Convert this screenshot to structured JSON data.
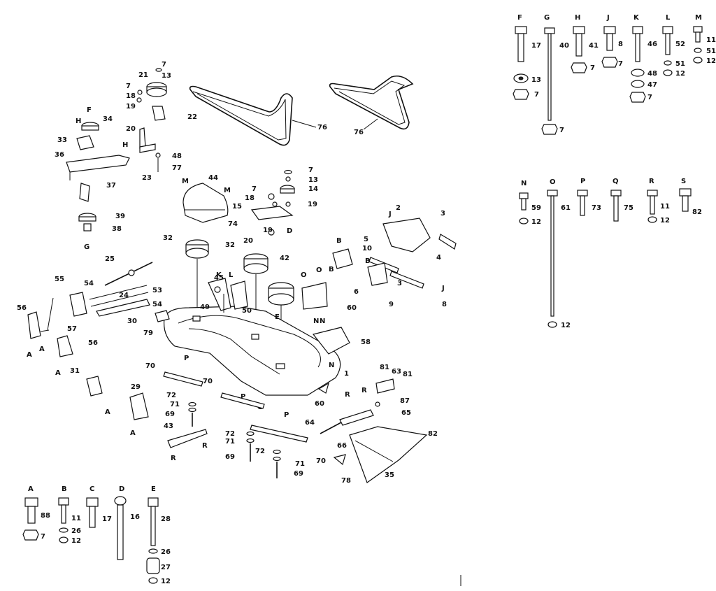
{
  "callouts": {
    "n7a": "7",
    "n13a": "13",
    "n21": "21",
    "n7b": "7",
    "n18a": "18",
    "n19a": "19",
    "n34": "34",
    "n20a": "20",
    "n22": "22",
    "n33": "33",
    "n36": "36",
    "n48a": "48",
    "n77": "77",
    "n23": "23",
    "n37": "37",
    "n39": "39",
    "n38": "38",
    "n76a": "76",
    "n76b": "76",
    "n44": "44",
    "n7c": "7",
    "n13b": "13",
    "n7d": "7",
    "n14": "14",
    "n18b": "18",
    "n19b": "19",
    "n15": "15",
    "n74": "74",
    "n19c": "19",
    "n20b": "20",
    "n32a": "32",
    "n32b": "32",
    "n42": "42",
    "n45": "45",
    "n25": "25",
    "n55": "55",
    "n54a": "54",
    "n53": "53",
    "n24": "24",
    "n54b": "54",
    "n49": "49",
    "n50": "50",
    "n30": "30",
    "n56a": "56",
    "n57": "57",
    "n56b": "56",
    "n31": "31",
    "n79": "79",
    "n10": "10",
    "n2": "2",
    "n3a": "3",
    "n4": "4",
    "n5": "5",
    "n6": "6",
    "n9": "9",
    "n3b": "3",
    "n8": "8",
    "n60a": "60",
    "n58": "58",
    "n1": "1",
    "n70a": "70",
    "n70b": "70",
    "n29": "29",
    "n72a": "72",
    "n71a": "71",
    "n69a": "69",
    "n43": "43",
    "n72b": "72",
    "n71b": "71",
    "n72c": "72",
    "n69b": "69",
    "n71c": "71",
    "n70c": "70",
    "n69c": "69",
    "n60b": "60",
    "n81a": "81",
    "n63": "63",
    "n81b": "81",
    "n87": "87",
    "n65": "65",
    "n64": "64",
    "n66": "66",
    "n82": "82",
    "n35": "35",
    "n78": "78"
  },
  "letters": {
    "F": "F",
    "H": "H",
    "G": "G",
    "M": "M",
    "K": "K",
    "L": "L",
    "D": "D",
    "B": "B",
    "J": "J",
    "O": "O",
    "E": "E",
    "N": "N",
    "A": "A",
    "P": "P",
    "C": "C",
    "R": "R"
  },
  "hardware_top": [
    {
      "letter": "F",
      "code": "17",
      "extras": [
        "13",
        "7"
      ]
    },
    {
      "letter": "G",
      "code": "40",
      "extras": [
        "7"
      ]
    },
    {
      "letter": "H",
      "code": "41",
      "extras": [
        "7"
      ]
    },
    {
      "letter": "J",
      "code": "8",
      "extras": [
        "7"
      ]
    },
    {
      "letter": "K",
      "code": "46",
      "extras": [
        "48",
        "47",
        "7"
      ]
    },
    {
      "letter": "L",
      "code": "52",
      "extras": [
        "51",
        "12"
      ]
    },
    {
      "letter": "M",
      "code": "11",
      "extras": [
        "51",
        "12"
      ]
    }
  ],
  "hardware_mid": [
    {
      "letter": "N",
      "code": "59",
      "extras": [
        "12"
      ]
    },
    {
      "letter": "O",
      "code": "61",
      "extras": [
        "12"
      ]
    },
    {
      "letter": "P",
      "code": "73",
      "extras": []
    },
    {
      "letter": "Q",
      "code": "75",
      "extras": []
    },
    {
      "letter": "R",
      "code": "11",
      "extras": [
        "12"
      ]
    },
    {
      "letter": "S",
      "code": "82",
      "extras": []
    }
  ],
  "hardware_bottom": [
    {
      "letter": "A",
      "code": "88",
      "extras": [
        "7"
      ]
    },
    {
      "letter": "B",
      "code": "11",
      "extras": [
        "26",
        "12"
      ]
    },
    {
      "letter": "C",
      "code": "17",
      "extras": []
    },
    {
      "letter": "D",
      "code": "16",
      "extras": []
    },
    {
      "letter": "E",
      "code": "28",
      "extras": [
        "26",
        "27",
        "12"
      ]
    }
  ]
}
